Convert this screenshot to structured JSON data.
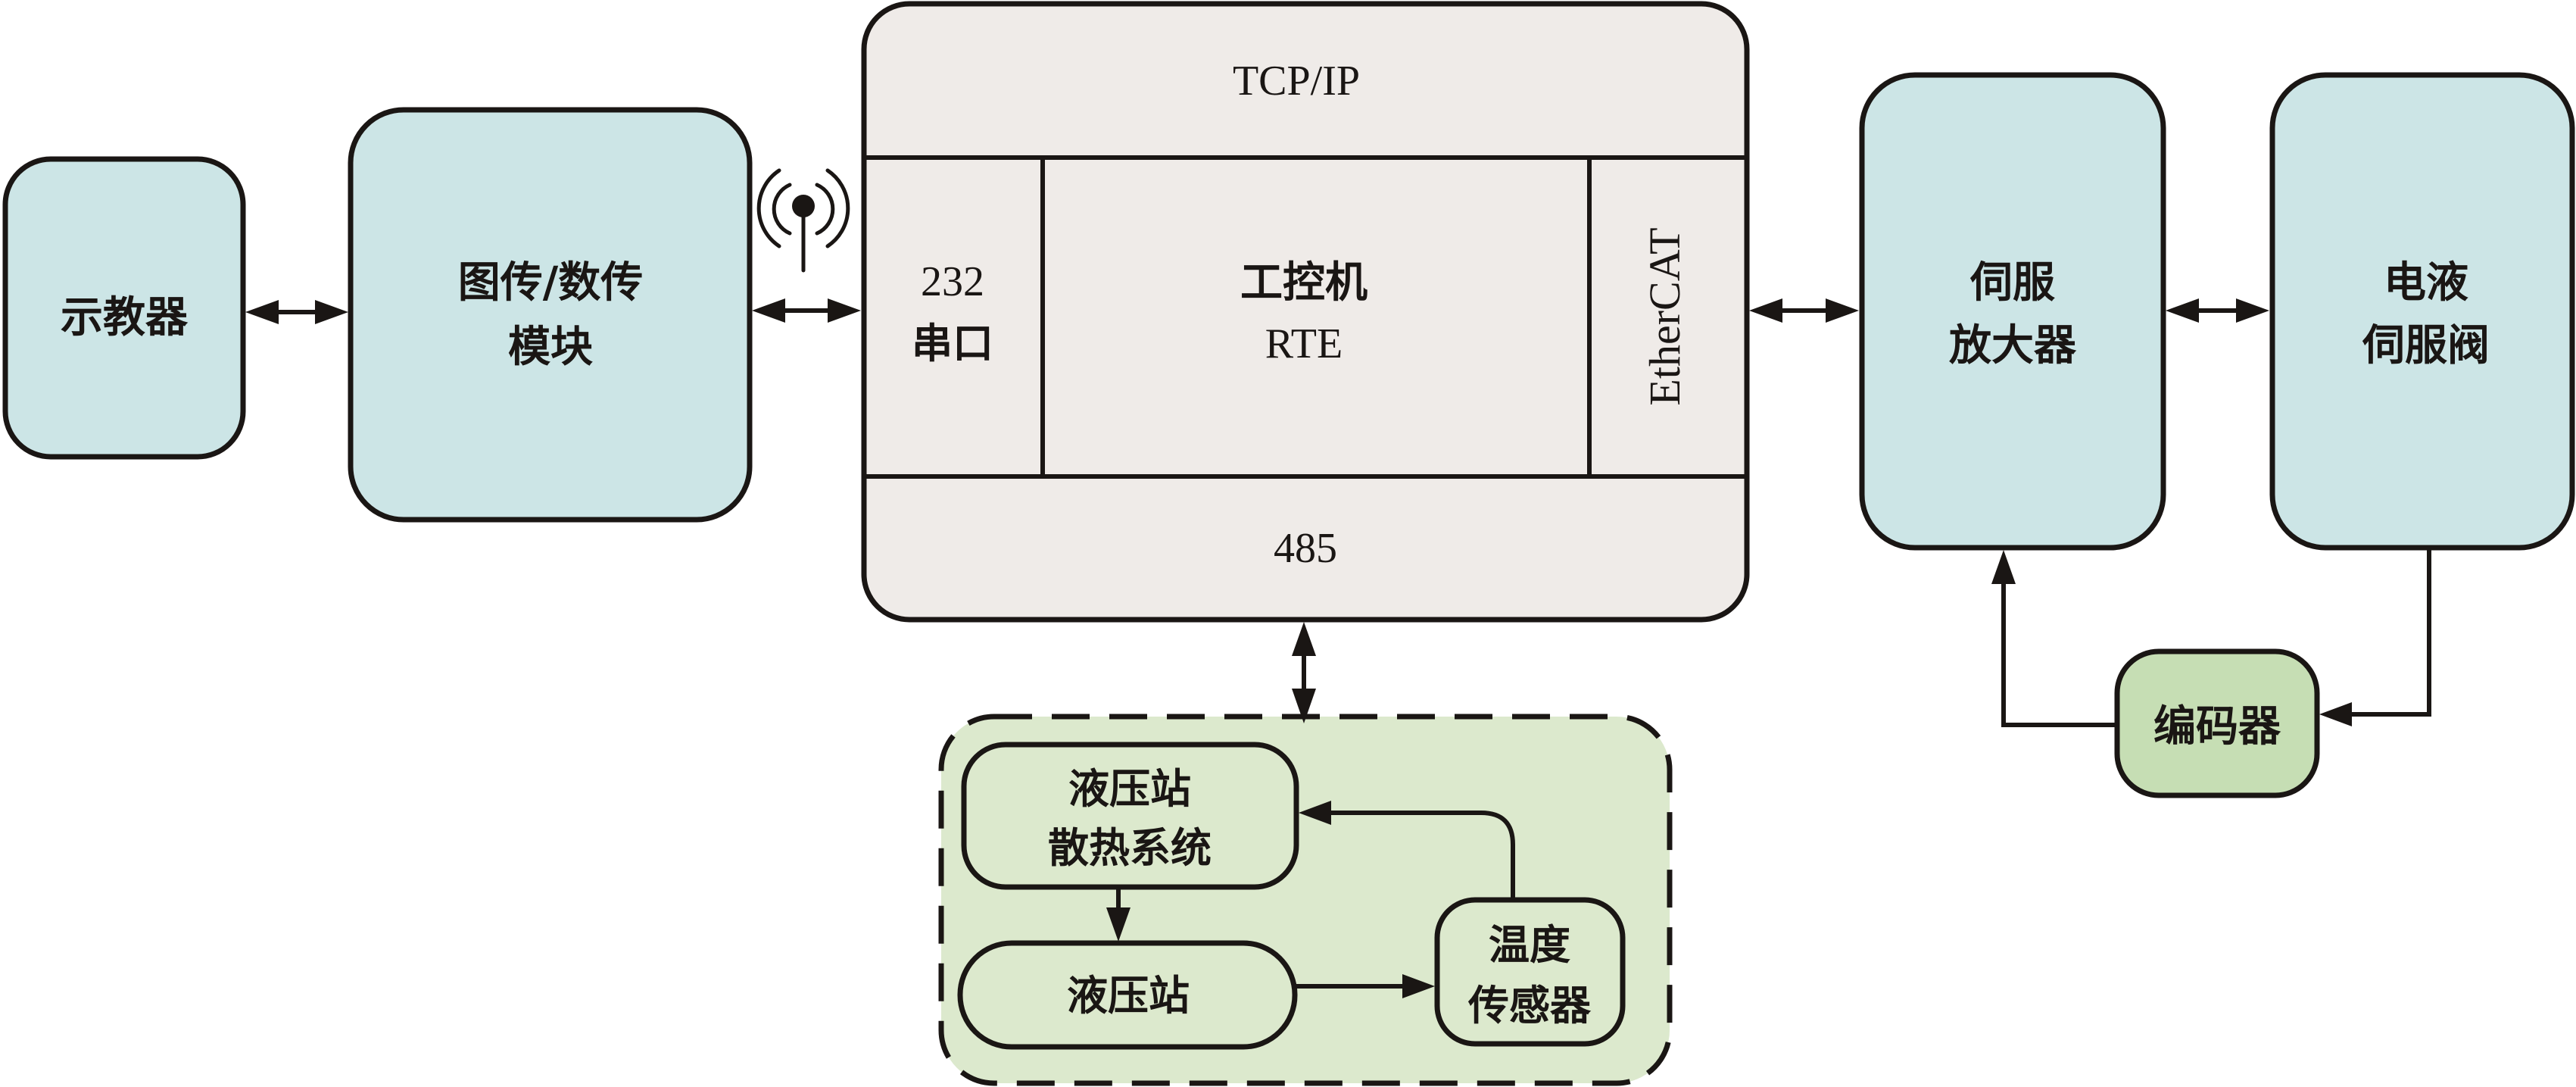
{
  "colors": {
    "module_fill": "#cce5e6",
    "ipc_fill": "#efebe8",
    "encoder_fill": "#c6deb4",
    "group_fill": "#dce9cd",
    "stroke": "#1a1614",
    "background": "#ffffff"
  },
  "nodes": {
    "teach_pendant": {
      "lines": [
        "示教器"
      ]
    },
    "transmission_module": {
      "lines": [
        "图传/数传",
        "模块"
      ]
    },
    "antenna": {
      "icon": "wireless-antenna-icon"
    },
    "ipc": {
      "top_label": "TCP/IP",
      "left_lines": [
        "232",
        "串口"
      ],
      "center_lines": [
        "工控机",
        "RTE"
      ],
      "right_label": "EtherCAT",
      "bottom_label": "485"
    },
    "servo_amplifier": {
      "lines": [
        "伺服",
        "放大器"
      ]
    },
    "servo_valve": {
      "lines": [
        "电液",
        "伺服阀"
      ]
    },
    "encoder": {
      "lines": [
        "编码器"
      ]
    },
    "hydraulic_group": {
      "cooling_system": {
        "lines": [
          "液压站",
          "散热系统"
        ]
      },
      "hydraulic_station": {
        "lines": [
          "液压站"
        ]
      },
      "temperature_sensor": {
        "lines": [
          "温度",
          "传感器"
        ]
      }
    }
  },
  "edges": [
    {
      "from": "teach_pendant",
      "to": "transmission_module",
      "type": "bidirectional"
    },
    {
      "from": "transmission_module",
      "to": "ipc",
      "type": "bidirectional",
      "via": "wireless"
    },
    {
      "from": "ipc",
      "to": "servo_amplifier",
      "type": "bidirectional"
    },
    {
      "from": "servo_amplifier",
      "to": "servo_valve",
      "type": "bidirectional"
    },
    {
      "from": "ipc",
      "to": "hydraulic_group",
      "type": "bidirectional"
    },
    {
      "from": "servo_valve",
      "to": "encoder",
      "type": "directed"
    },
    {
      "from": "encoder",
      "to": "servo_amplifier",
      "type": "directed"
    },
    {
      "from": "cooling_system",
      "to": "hydraulic_station",
      "type": "directed"
    },
    {
      "from": "hydraulic_station",
      "to": "temperature_sensor",
      "type": "directed"
    },
    {
      "from": "temperature_sensor",
      "to": "cooling_system",
      "type": "directed"
    }
  ]
}
